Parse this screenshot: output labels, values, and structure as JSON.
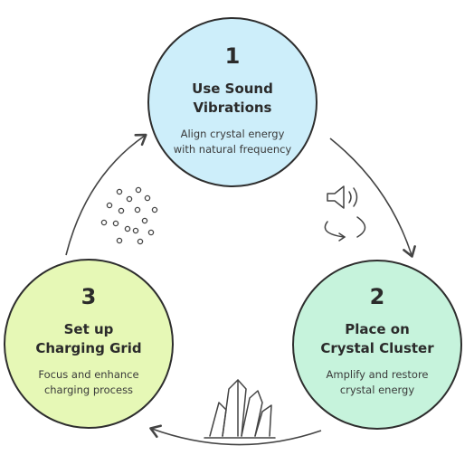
{
  "colors": {
    "step1_fill": "#cdeefa",
    "step2_fill": "#c6f3dc",
    "step3_fill": "#e6f8b6",
    "outline": "#2e2e2e",
    "arrow": "#444444"
  },
  "steps": [
    {
      "number": "1",
      "title_line1": "Use Sound",
      "title_line2": "Vibrations",
      "desc_line1": "Align crystal energy",
      "desc_line2": "with natural frequency"
    },
    {
      "number": "2",
      "title_line1": "Place on",
      "title_line2": "Crystal Cluster",
      "desc_line1": "Amplify and restore",
      "desc_line2": "crystal energy"
    },
    {
      "number": "3",
      "title_line1": "Set up",
      "title_line2": "Charging Grid",
      "desc_line1": "Focus and enhance",
      "desc_line2": "charging process"
    }
  ],
  "icons": {
    "sound": "speaker-icon",
    "rotate": "rotate-icon",
    "grid": "dot-grid-icon",
    "crystal": "crystal-cluster-icon"
  }
}
